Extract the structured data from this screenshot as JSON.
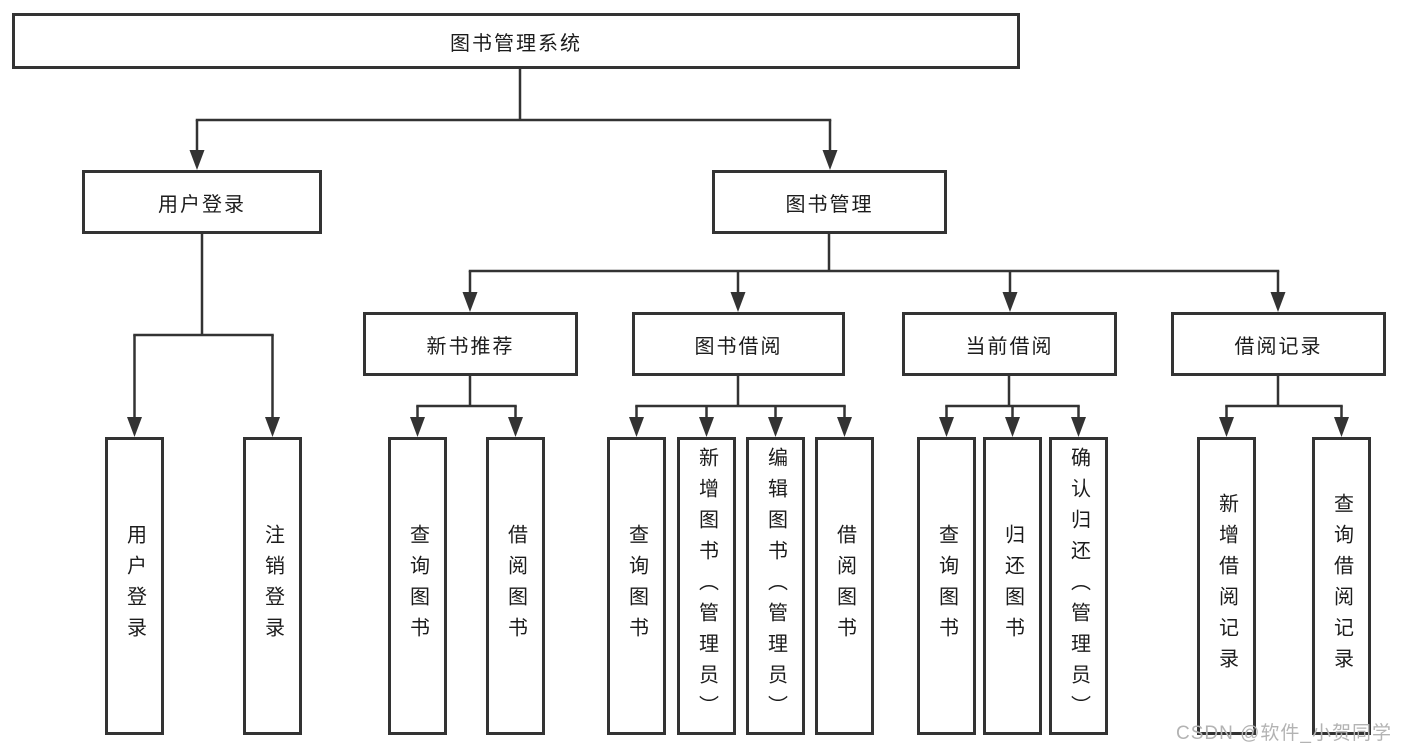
{
  "diagram": {
    "type": "tree",
    "watermark": "CSDN @软件_小贺同学",
    "colors": {
      "line": "#333333",
      "box_border": "#333333",
      "box_fill": "#ffffff",
      "text": "#1c1c1c",
      "watermark": "#b3b3b3"
    },
    "root": {
      "label": "图书管理系统"
    },
    "branches": [
      {
        "label": "用户登录",
        "children": [
          {
            "label": "用户登录"
          },
          {
            "label": "注销登录"
          }
        ]
      },
      {
        "label": "图书管理",
        "children": [
          {
            "label": "新书推荐",
            "children": [
              {
                "label": "查询图书"
              },
              {
                "label": "借阅图书"
              }
            ]
          },
          {
            "label": "图书借阅",
            "children": [
              {
                "label": "查询图书"
              },
              {
                "label": "新增图书（管理员）"
              },
              {
                "label": "编辑图书（管理员）"
              },
              {
                "label": "借阅图书"
              }
            ]
          },
          {
            "label": "当前借阅",
            "children": [
              {
                "label": "查询图书"
              },
              {
                "label": "归还图书"
              },
              {
                "label": "确认归还（管理员）"
              }
            ]
          },
          {
            "label": "借阅记录",
            "children": [
              {
                "label": "新增借阅记录"
              },
              {
                "label": "查询借阅记录"
              }
            ]
          }
        ]
      }
    ]
  }
}
